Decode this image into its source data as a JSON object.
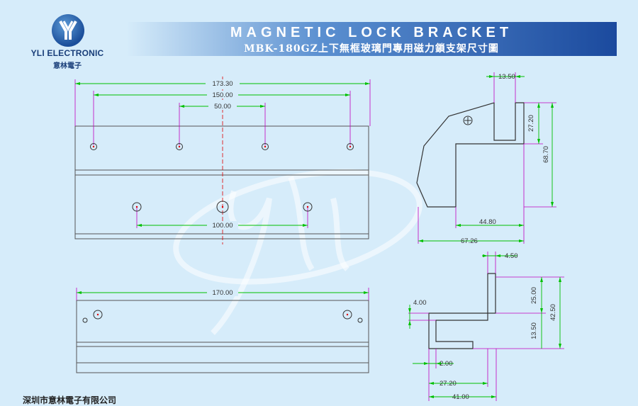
{
  "brand": {
    "name": "YLI ELECTRONIC",
    "chinese_name": "意林電子"
  },
  "header": {
    "title": "MAGNETIC LOCK BRACKET",
    "subtitle": "MBK-180GZ上下無框玻璃門專用磁力鎖支架尺寸圖"
  },
  "dimensions": {
    "top_view": {
      "overall": "173.30",
      "outer_holes": "150.00",
      "inner_holes": "50.00",
      "lower_holes": "100.00"
    },
    "side_view": {
      "top_flange": "13.50",
      "flange_height": "27.20",
      "total_height": "68.70",
      "inner_depth": "44.80",
      "total_depth": "67.26"
    },
    "bottom_view": {
      "overall": "170.00"
    },
    "profile_view": {
      "thickness": "4.50",
      "upper_height": "25.00",
      "total_height": "42.50",
      "lip": "4.00",
      "gap": "13.50",
      "inner_lip": "2.00",
      "inner_width": "27.20",
      "total_width": "41.00"
    }
  },
  "colors": {
    "banner_dark": "#1b4a9e",
    "dimension": "#00c000",
    "extension": "#c000c0",
    "centerline": "#e00000"
  },
  "footer": {
    "note": "深圳市意林電子有限公司"
  }
}
